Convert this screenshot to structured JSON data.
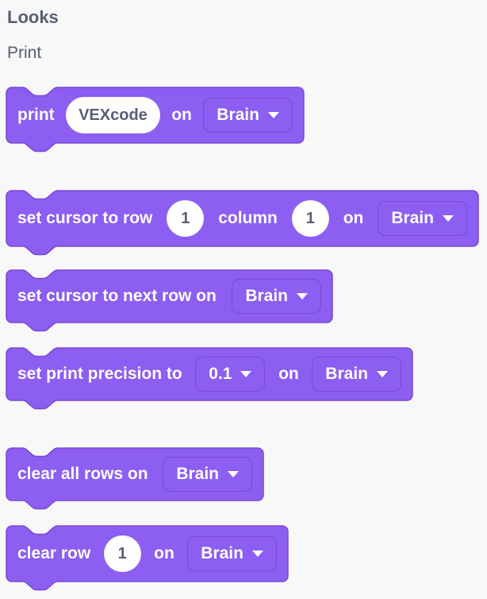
{
  "header": {
    "category_label": "Looks",
    "section_label": "Print"
  },
  "colors": {
    "page_bg": "#F8F8F8",
    "block_fill": "#8C5EF2",
    "block_border": "#7A49D4",
    "label_text": "#FFFFFF",
    "input_text": "#575E75",
    "header_text": "#575E75"
  },
  "blocks": [
    {
      "name": "print",
      "segments": {
        "0": {
          "text": "print"
        },
        "1": {
          "value": "VEXcode"
        },
        "2": {
          "text": "on"
        },
        "3": {
          "value": "Brain"
        }
      }
    },
    {
      "name": "set-cursor-row-column",
      "segments": {
        "0": {
          "text": "set cursor to row"
        },
        "1": {
          "value": "1"
        },
        "2": {
          "text": "column"
        },
        "3": {
          "value": "1"
        },
        "4": {
          "text": "on"
        },
        "5": {
          "value": "Brain"
        }
      }
    },
    {
      "name": "set-cursor-next-row",
      "segments": {
        "0": {
          "text": "set cursor to next row on"
        },
        "1": {
          "value": "Brain"
        }
      }
    },
    {
      "name": "set-print-precision",
      "segments": {
        "0": {
          "text": "set print precision to"
        },
        "1": {
          "value": "0.1"
        },
        "2": {
          "text": "on"
        },
        "3": {
          "value": "Brain"
        }
      }
    },
    {
      "name": "clear-all-rows",
      "segments": {
        "0": {
          "text": "clear all rows on"
        },
        "1": {
          "value": "Brain"
        }
      }
    },
    {
      "name": "clear-row",
      "segments": {
        "0": {
          "text": "clear row"
        },
        "1": {
          "value": "1"
        },
        "2": {
          "text": "on"
        },
        "3": {
          "value": "Brain"
        }
      }
    }
  ]
}
